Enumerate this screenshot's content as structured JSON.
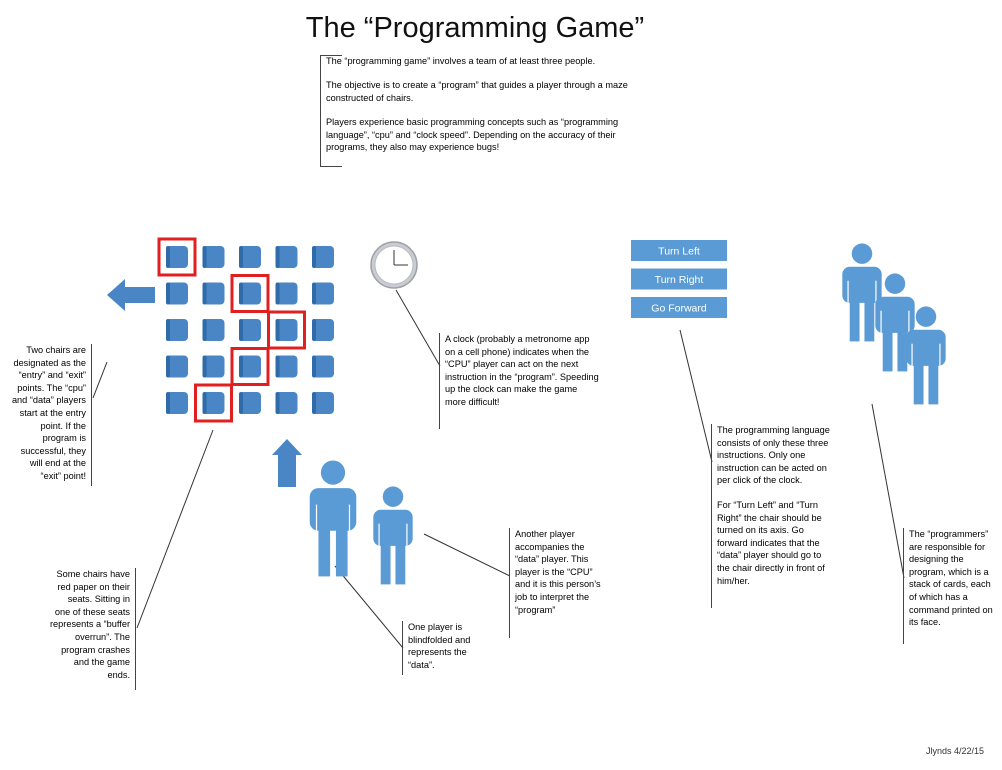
{
  "title": "The “Programming Game”",
  "intro": [
    "The “programming game” involves a team of at least three people.",
    "The objective is to create a “program” that guides a player through a maze constructed of chairs.",
    "Players experience basic programming concepts such as “programming language”, “cpu” and “clock speed”. Depending on the accuracy of their programs, they also may experience bugs!"
  ],
  "instructions": [
    "Turn Left",
    "Turn Right",
    "Go Forward"
  ],
  "callouts": {
    "entry_exit": "Two chairs are designated as the “entry” and “exit” points. The “cpu” and “data” players start at the entry point. If the program is successful, they will end at the “exit” point!",
    "red_paper": "Some chairs have red paper on their seats. Sitting in one of these seats represents a “buffer overrun”. The program crashes and the game ends.",
    "clock": "A clock (probably a metronome app on a cell phone) indicates when the “CPU” player can act on the next instruction in the “program”. Speeding up the clock can make the game more difficult!",
    "data_player": "One player is blindfolded and represents the “data”.",
    "cpu_player": "Another player accompanies the “data” player. This player is the “CPU” and it is this person’s job to interpret the “program”",
    "language": [
      "The programming language consists of only these three instructions. Only one instruction can be acted on per click of the clock.",
      "For “Turn Left” and “Turn Right” the chair should be turned on its axis. Go forward indicates that the “data” player should go to the chair directly in front of him/her."
    ],
    "programmers": "The “programmers” are responsible for designing the program, which is a stack of cards, each of which has a command printed on its face."
  },
  "signature": "Jlynds 4/22/15",
  "colors": {
    "chair": "#4a86c5",
    "chair_dark": "#2f6ba8",
    "person": "#5b9bd5",
    "highlight": "#e02020",
    "instruction_bg": "#5b9bd5",
    "arrow": "#4a86c5"
  },
  "icons": [
    "chair-icon",
    "left-arrow-icon",
    "up-arrow-icon",
    "clock-icon",
    "person-icon"
  ],
  "maze": {
    "rows": 5,
    "cols": 5,
    "red_chairs": [
      [
        0,
        0
      ],
      [
        1,
        2
      ],
      [
        2,
        3
      ],
      [
        3,
        2
      ],
      [
        4,
        1
      ]
    ]
  }
}
